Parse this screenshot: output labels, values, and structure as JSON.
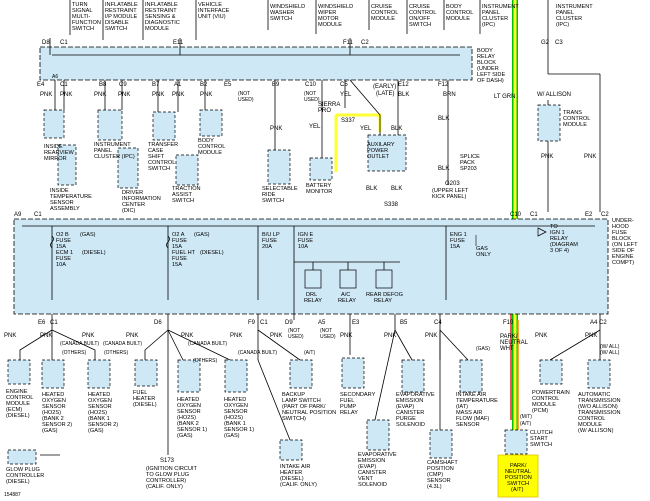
{
  "colors": {
    "background": "#ffffff",
    "block_fill": "#cfe8f6",
    "wire": "#000000",
    "highlight_green": "#00c000",
    "highlight_yellow": "#ffff33",
    "highlight_red": "#e02020",
    "highlight_orange": "#ff8c00",
    "highlight_fill": "#ffff00"
  },
  "blocks": {
    "upper": [
      "BODY",
      "RELAY",
      "BLOCK",
      "(UNDER",
      "LEFT SIDE",
      "OF DASH)"
    ],
    "lower": [
      "UNDER-",
      "HOOD",
      "FUSE",
      "BLOCK",
      "(ON LEFT",
      "SIDE OF",
      "ENGINE",
      "COMPT)"
    ]
  },
  "top_modules": [
    {
      "lines": [
        "TURN",
        "SIGNAL",
        "MULTI-",
        "FUNCTION",
        "SWITCH"
      ]
    },
    {
      "lines": [
        "INFLATABLE",
        "RESTRAINT",
        "I/P MODULE",
        "DISABLE",
        "SWITCH"
      ]
    },
    {
      "lines": [
        "INFLATABLE",
        "RESTRAINT",
        "SENSING &",
        "DIAGNOSTIC",
        "MODULE"
      ]
    },
    {
      "lines": [
        "VEHICLE",
        "INTERFACE",
        "UNIT (VIU)"
      ]
    },
    {
      "lines": [
        "WINDSHIELD",
        "WASHER",
        "SWITCH"
      ]
    },
    {
      "lines": [
        "WINDSHIELD",
        "WIPER",
        "MOTOR",
        "MODULE"
      ]
    },
    {
      "lines": [
        "CRUISE",
        "CONTROL",
        "MODULE"
      ]
    },
    {
      "lines": [
        "CRUISE",
        "CONTROL",
        "ON/OFF",
        "SWITCH"
      ]
    },
    {
      "lines": [
        "BODY",
        "CONTROL",
        "MODULE"
      ]
    },
    {
      "lines": [
        "INSTRUMENT",
        "PANEL",
        "CLUSTER",
        "(IPC)"
      ]
    },
    {
      "lines": [
        "INSTRUMENT",
        "PANEL",
        "CLUSTER",
        "(IPC)"
      ]
    }
  ],
  "pins": {
    "D8": "D8",
    "C1": "C1",
    "E11": "E11",
    "F11": "F11",
    "C2": "C2",
    "G2": "G2",
    "C3": "C3",
    "E4": "E4",
    "B8": "B8",
    "B6": "B6",
    "C9": "C9",
    "B7": "B7",
    "A1": "A1",
    "A6": "A6",
    "B2": "B2",
    "E5": "E5",
    "B9": "B9",
    "C10": "C10",
    "C5": "C5",
    "E12": "E12",
    "F12": "F12",
    "A9": "A9",
    "E2": "E2",
    "E6": "E6",
    "D6": "D6",
    "F9": "F9",
    "A4": "A4",
    "D9": "D9",
    "A5": "A5",
    "E3": "E3",
    "B5": "B5",
    "C4": "C4",
    "F10": "F10",
    "S337": "S337",
    "S338": "S338",
    "G203": "G203",
    "S173": "S173"
  },
  "upper_labels": {
    "pnk": "PNK",
    "yel": "YEL",
    "blk": "BLK",
    "brn": "BRN",
    "not_used": "(NOT\nUSED)",
    "early": "(EARLY)",
    "late": "(LATE)",
    "sierra": "SIERRA",
    "pro": "PRO",
    "lt_grn": "LT GRN",
    "w_allison": "W/ ALLISON"
  },
  "mid_components": [
    {
      "lines": [
        "INSIDE",
        "REARVIEW",
        "MIRROR"
      ]
    },
    {
      "lines": [
        "INSIDE",
        "TEMPERATURE",
        "SENSOR",
        "ASSEMBLY"
      ]
    },
    {
      "lines": [
        "INSTRUMENT",
        "PANEL",
        "CLUSTER (IPC)"
      ]
    },
    {
      "lines": [
        "DRIVER",
        "INFORMATION",
        "CENTER",
        "(DIC)"
      ]
    },
    {
      "lines": [
        "TRANSFER",
        "CASE",
        "SHIFT",
        "CONTROL",
        "SWITCH"
      ]
    },
    {
      "lines": [
        "TRACTION",
        "ASSIST",
        "SWITCH"
      ]
    },
    {
      "lines": [
        "BODY",
        "CONTROL",
        "MODULE"
      ]
    },
    {
      "lines": [
        "SELECTABLE",
        "RIDE",
        "SWITCH"
      ]
    },
    {
      "lines": [
        "BATTERY",
        "MONITOR"
      ]
    },
    {
      "lines": [
        "AUXILARY",
        "POWER",
        "OUTLET"
      ]
    },
    {
      "lines": [
        "(UPPER LEFT",
        "KICK PANEL)"
      ]
    },
    {
      "lines": [
        "SPLICE",
        "PACK",
        "SP203"
      ]
    },
    {
      "lines": [
        "TRANS",
        "CONTROL",
        "MODULE"
      ]
    }
  ],
  "fuses": [
    {
      "lines": [
        "O2 B",
        "FUSE",
        "15A",
        "ECM 1",
        "FUSE",
        "10A"
      ],
      "tags": [
        "(GAS)",
        "(DIESEL)"
      ]
    },
    {
      "lines": [
        "O2 A",
        "FUSE",
        "15A",
        "FUEL HT",
        "FUSE",
        "15A"
      ],
      "tags": [
        "(GAS)",
        "(DIESEL)"
      ]
    },
    {
      "lines": [
        "B/U LP",
        "FUSE",
        "20A"
      ]
    },
    {
      "lines": [
        "IGN E",
        "FUSE",
        "10A"
      ]
    },
    {
      "lines": [
        "ENG 1",
        "FUSE",
        "15A"
      ]
    }
  ],
  "relays": [
    "DRL\nRELAY",
    "A/C\nRELAY",
    "REAR DEFOG\nRELAY"
  ],
  "gas_only": "GAS\nONLY",
  "to_ign": [
    "TO",
    "IGN 1",
    "RELAY",
    "(DIAGRAM",
    "3 OF 4)"
  ],
  "bottom_components": [
    {
      "lines": [
        "ENGINE",
        "CONTROL",
        "MODULE",
        "(ECM)",
        "(DIESEL)"
      ]
    },
    {
      "lines": [
        "HEATED",
        "OXYGEN",
        "SENSOR",
        "(HO2S)",
        "(BANK 2",
        "SENSOR 2)",
        "(GAS)"
      ]
    },
    {
      "lines": [
        "HEATED",
        "OXYGEN",
        "SENSOR",
        "(HO2S)",
        "(BANK 1",
        "SENSOR 2)",
        "(GAS)"
      ]
    },
    {
      "lines": [
        "FUEL",
        "HEATER",
        "(DIESEL)"
      ]
    },
    {
      "lines": [
        "HEATED",
        "OXYGEN",
        "SENSOR",
        "(HO2S)",
        "(BANK 2",
        "SENSOR 1)",
        "(GAS)"
      ]
    },
    {
      "lines": [
        "HEATED",
        "OXYGEN",
        "SENSOR",
        "(HO2S)",
        "(BANK 1",
        "SENSOR 1)",
        "(GAS)"
      ]
    },
    {
      "lines": [
        "BACKUP",
        "LAMP SWITCH",
        "(PART OF PARK/",
        "NEUTRAL POSITION",
        "SWITCH)"
      ]
    },
    {
      "lines": [
        "SECONDARY",
        "FUEL",
        "PUMP",
        "RELAY"
      ]
    },
    {
      "lines": [
        "EVAPORATIVE",
        "EMISSION",
        "(EVAP)",
        "CANISTER",
        "PURGE",
        "SOLENOID"
      ]
    },
    {
      "lines": [
        "INTAKE AIR",
        "TEMPERATURE",
        "(IAT)",
        "MASS AIR",
        "FLOW (MAF)",
        "SENSOR"
      ]
    },
    {
      "lines": [
        "POWERTRAIN",
        "CONTROL",
        "MODULE",
        "(PCM)"
      ]
    },
    {
      "lines": [
        "AUTOMATIC",
        "TRANSMISSION",
        "(W/O ALLISON)",
        "TRANSMISSION",
        "CONTROL",
        "MODULE",
        "(W/ ALLISON)"
      ]
    },
    {
      "lines": [
        "EVAPORATIVE",
        "EMISSION",
        "(EVAP)",
        "CANISTER",
        "VENT",
        "SOLENOID"
      ]
    },
    {
      "lines": [
        "CAMSHAFT",
        "POSITION",
        "(CMP)",
        "SENSOR",
        "(4.3L)"
      ]
    },
    {
      "lines": [
        "CLUTCH",
        "START",
        "SWITCH"
      ]
    },
    {
      "lines": [
        "PARK/",
        "NEUTRAL",
        "POSITION",
        "SWITCH",
        "(A/T)"
      ]
    },
    {
      "lines": [
        "GLOW PLUG",
        "CONTROLLER",
        "(DIESEL)"
      ]
    },
    {
      "lines": [
        "(IGNITION CIRCUIT",
        "TO GLOW PLUG",
        "CONTROLLER)",
        "(CALIF. ONLY)"
      ]
    },
    {
      "lines": [
        "INTAKE AIR",
        "HEATER",
        "(DIESEL)",
        "(CALIF. ONLY)"
      ]
    }
  ],
  "bottom_tags": {
    "canada_built": "(CANADA\nBUILT)",
    "others": "(OTHERS)",
    "canada_built_one": "(CANADA BUILT)",
    "at": "(A/T)",
    "mt": "(M/T)",
    "gas": "(GAS)",
    "diesel": "(DIESEL)",
    "w_all": "(W/ ALL)",
    "park": "PARK/",
    "neutral": "NEUTRAL",
    "wht": "WHT"
  },
  "figure_id": "154887"
}
